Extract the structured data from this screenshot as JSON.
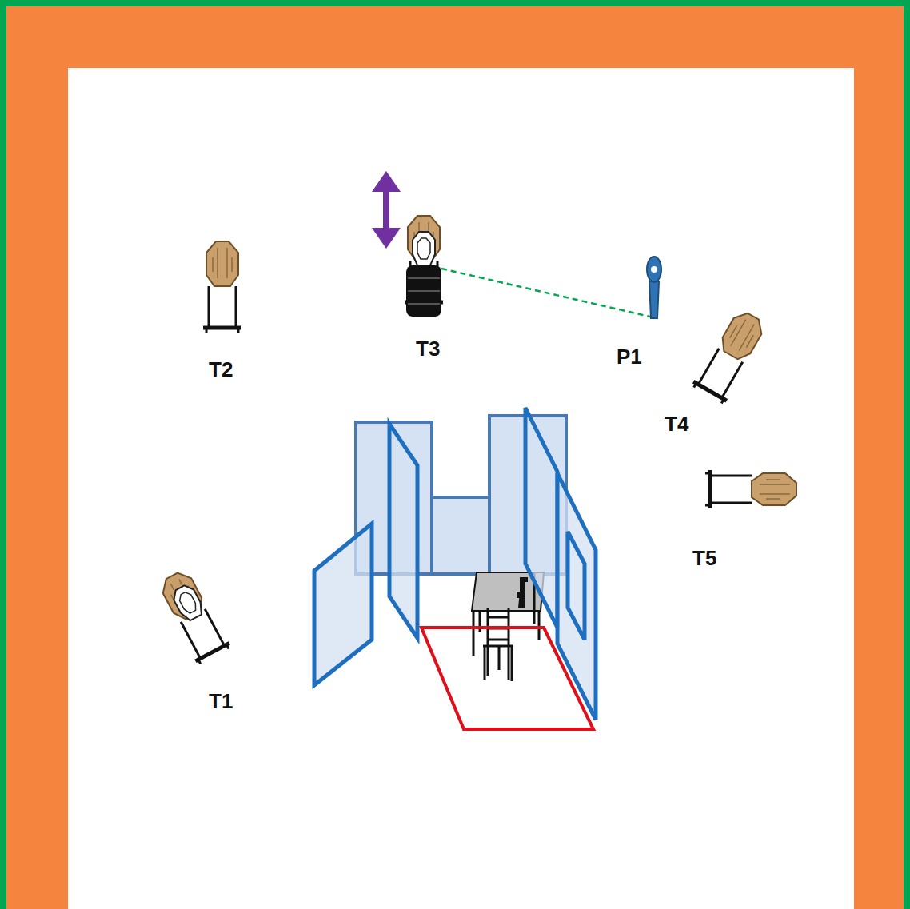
{
  "diagram": {
    "labels": [
      "T2",
      "T3",
      "P1",
      "T4",
      "T5",
      "T1"
    ]
  }
}
